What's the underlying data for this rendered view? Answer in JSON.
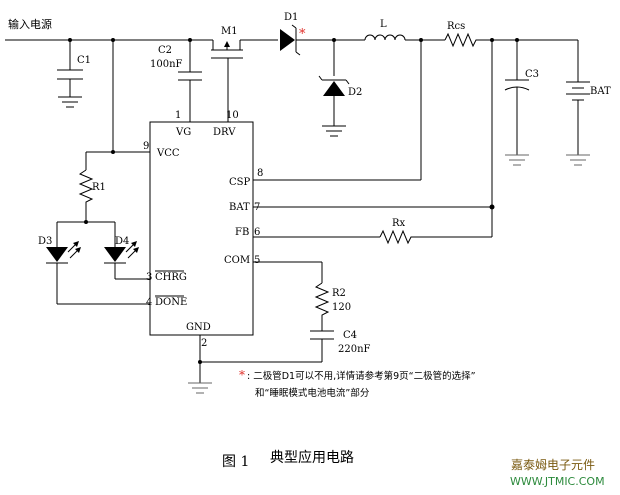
{
  "input_label": "输入电源",
  "caption": {
    "fig": "图  1",
    "title": "典型应用电路"
  },
  "note": {
    "star": "*",
    "line1": ": 二极管D1可以不用,详情请参考第9页“二极管的选择”",
    "line2": "和“睡眠模式电池电流”部分"
  },
  "watermark": {
    "cn": "嘉泰姆电子元件",
    "url": "WWW.JTMIC.COM"
  },
  "colors": {
    "star": "#e0302a",
    "watermark_cn": "#7a5a10",
    "watermark_url": "#2c8a3c"
  },
  "components": {
    "c1": "C1",
    "c2": "C2",
    "c2_val": "100nF",
    "m1": "M1",
    "d1": "D1",
    "d1_star": "*",
    "l": "L",
    "rcs": "Rcs",
    "d2": "D2",
    "c3": "C3",
    "bat": "BAT",
    "r1": "R1",
    "d3": "D3",
    "d4": "D4",
    "rx": "Rx",
    "r2": "R2",
    "r2_val": "120",
    "c4": "C4",
    "c4_val": "220nF"
  },
  "ic_pins": {
    "vg": {
      "num": "1",
      "name": "VG"
    },
    "drv": {
      "num": "10",
      "name": "DRV"
    },
    "vcc": {
      "num": "9",
      "name": "VCC"
    },
    "csp": {
      "num": "8",
      "name": "CSP"
    },
    "bat": {
      "num": "7",
      "name": "BAT"
    },
    "fb": {
      "num": "6",
      "name": "FB"
    },
    "com": {
      "num": "5",
      "name": "COM"
    },
    "chrg": {
      "num": "3",
      "name": "CHRG"
    },
    "done": {
      "num": "4",
      "name": "DONE"
    },
    "gnd": {
      "num": "2",
      "name": "GND"
    }
  }
}
